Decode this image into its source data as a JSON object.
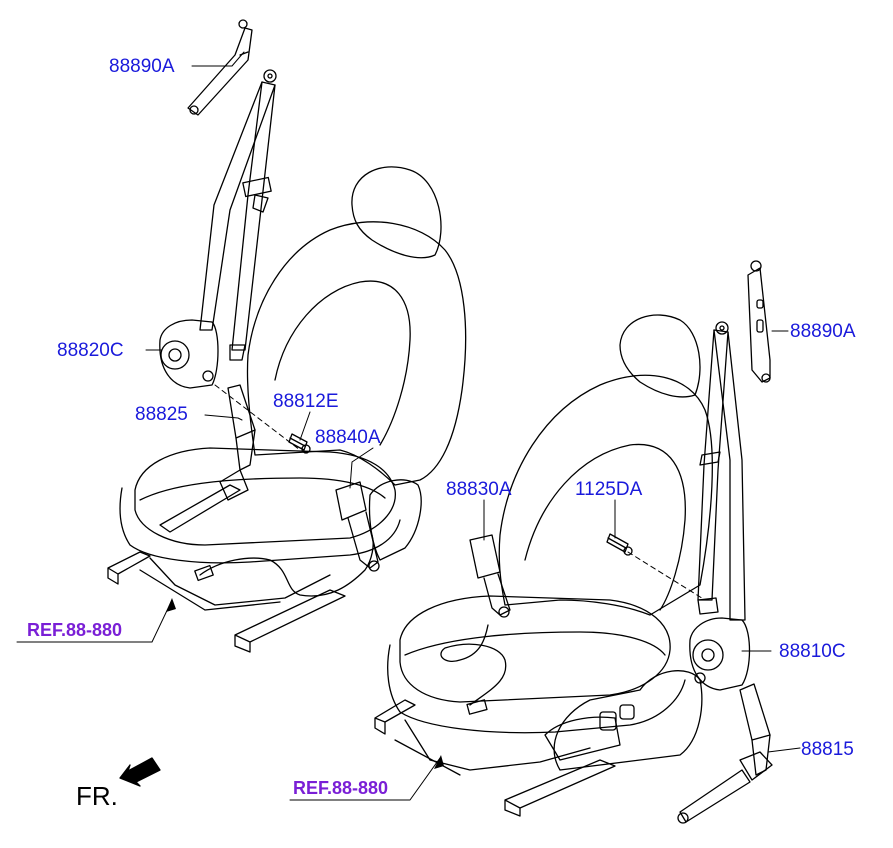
{
  "colors": {
    "part_label": "#1a1adb",
    "ref_label": "#7a1fd6",
    "line": "#000000"
  },
  "labels": {
    "p88890A_upper": "88890A",
    "p88890A_right": "88890A",
    "p88820C": "88820C",
    "p88825": "88825",
    "p88812E": "88812E",
    "p88840A": "88840A",
    "p88830A": "88830A",
    "p1125DA": "1125DA",
    "p88810C": "88810C",
    "p88815": "88815",
    "ref_left": "REF.88-880",
    "ref_right": "REF.88-880",
    "front": "FR."
  },
  "icons": {
    "direction_arrow": "front-direction-arrow-icon"
  }
}
